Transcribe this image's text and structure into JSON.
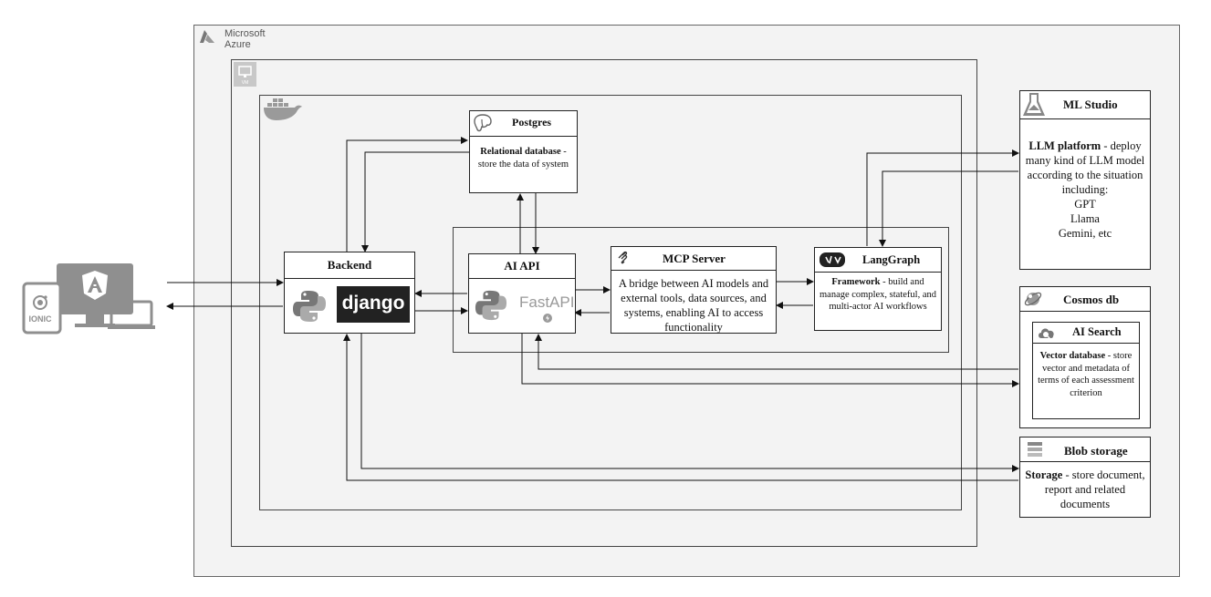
{
  "cloud": {
    "label_line1": "Microsoft",
    "label_line2": "Azure"
  },
  "vm": {
    "label": "VM"
  },
  "components": {
    "postgres": {
      "title": "Postgres",
      "desc_bold": "Relational database",
      "desc_rest": " - store the data of system"
    },
    "backend": {
      "title": "Backend",
      "logo_text": "django"
    },
    "ai_api": {
      "title": "AI API",
      "logo_text": "FastAPI"
    },
    "mcp": {
      "title": "MCP Server",
      "desc": "A bridge between AI models and external tools, data sources, and systems, enabling AI to access functionality"
    },
    "langgraph": {
      "title": "LangGraph",
      "desc_bold": "Framework",
      "desc_rest": " - build and manage complex, stateful, and multi-actor AI workflows"
    },
    "ml_studio": {
      "title": "ML Studio",
      "desc_bold": "LLM platform",
      "desc_rest": " - deploy many kind of LLM model according to the situation including:",
      "models": [
        "GPT",
        "Llama",
        "Gemini, etc"
      ]
    },
    "cosmos": {
      "title": "Cosmos db"
    },
    "ai_search": {
      "title": "AI Search",
      "desc_bold": "Vector database",
      "desc_rest": " - store vector and metadata of terms of each assessment criterion"
    },
    "blob": {
      "title": "Blob storage",
      "desc_bold": "Storage",
      "desc_rest": " - store document, report and related documents"
    }
  },
  "client": {
    "ionic_label": "IONIC"
  },
  "icons": [
    "azure-icon",
    "vm-icon",
    "docker-icon",
    "postgres-icon",
    "python-icon",
    "fastapi-icon",
    "mcp-icon",
    "langgraph-icon",
    "ml-studio-icon",
    "cosmos-icon",
    "ai-search-icon",
    "blob-icon",
    "angular-icon",
    "ionic-icon",
    "devices-icon"
  ],
  "colors": {
    "line": "#111111",
    "region": "#f2f2f2",
    "logo_dark": "#222222",
    "icon_gray": "#8a8a8a"
  }
}
